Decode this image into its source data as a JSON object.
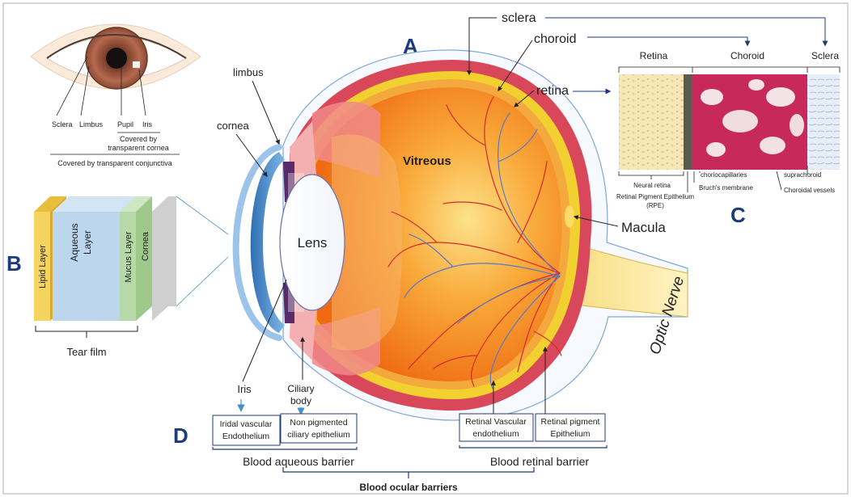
{
  "panels": {
    "a": "A",
    "b": "B",
    "c": "C",
    "d": "D"
  },
  "top_eye": {
    "sclera": "Sclera",
    "limbus": "Limbus",
    "pupil": "Pupil",
    "iris": "Iris",
    "covered_cornea": [
      "Covered by",
      "transparent cornea"
    ],
    "covered_conjunctiva": "Covered by transparent conjunctiva"
  },
  "tear_film": {
    "lipid": "Lipid Layer",
    "aqueous": [
      "Aqueous",
      "Layer"
    ],
    "mucus": "Mucus Layer",
    "cornea": "Cornea",
    "caption": "Tear film"
  },
  "eye": {
    "limbus": "limbus",
    "cornea": "cornea",
    "sclera": "sclera",
    "choroid": "choroid",
    "retina": "retina",
    "vitreous": "Vitreous",
    "lens": "Lens",
    "macula": "Macula",
    "optic_nerve": "Optic Nerve",
    "iris": "Iris",
    "ciliary_body": [
      "Ciliary",
      "body"
    ]
  },
  "histology": {
    "retina": "Retina",
    "choroid": "Choroid",
    "sclera": "Sclera",
    "neural_retina": "Neural retina",
    "rpe": [
      "Retinal Pigment Epithelium",
      "(RPE)"
    ],
    "choriocapillaries": "choriocapillaries",
    "bruchs": "Bruch's membrane",
    "suprachoroid": "suprachoroid",
    "choroidal_vessels": "Choroidal vessels"
  },
  "barriers": {
    "iridal": [
      "Iridal vascular",
      "Endothelium"
    ],
    "non_pigmented": [
      "Non pigmented",
      "ciliary epithelium"
    ],
    "retinal_vascular": [
      "Retinal Vascular",
      "endothelium"
    ],
    "retinal_pigment": [
      "Retinal pigment",
      "Epithelium"
    ],
    "blood_aqueous": "Blood aqueous barrier",
    "blood_retinal": "Blood retinal barrier",
    "blood_ocular": "Blood ocular barriers"
  },
  "colors": {
    "navy": "#1f3a7a",
    "arrow_blue": "#4a90c8",
    "sclera_red": "#d9485a",
    "choroid_yellow": "#f2d02f",
    "vitreous_orange": "#f58a1f",
    "lipid": "#f4d35e",
    "aqueous": "#bcd6ee",
    "mucus": "#b7d9a7",
    "cornea_gray": "#cfcfcf"
  }
}
